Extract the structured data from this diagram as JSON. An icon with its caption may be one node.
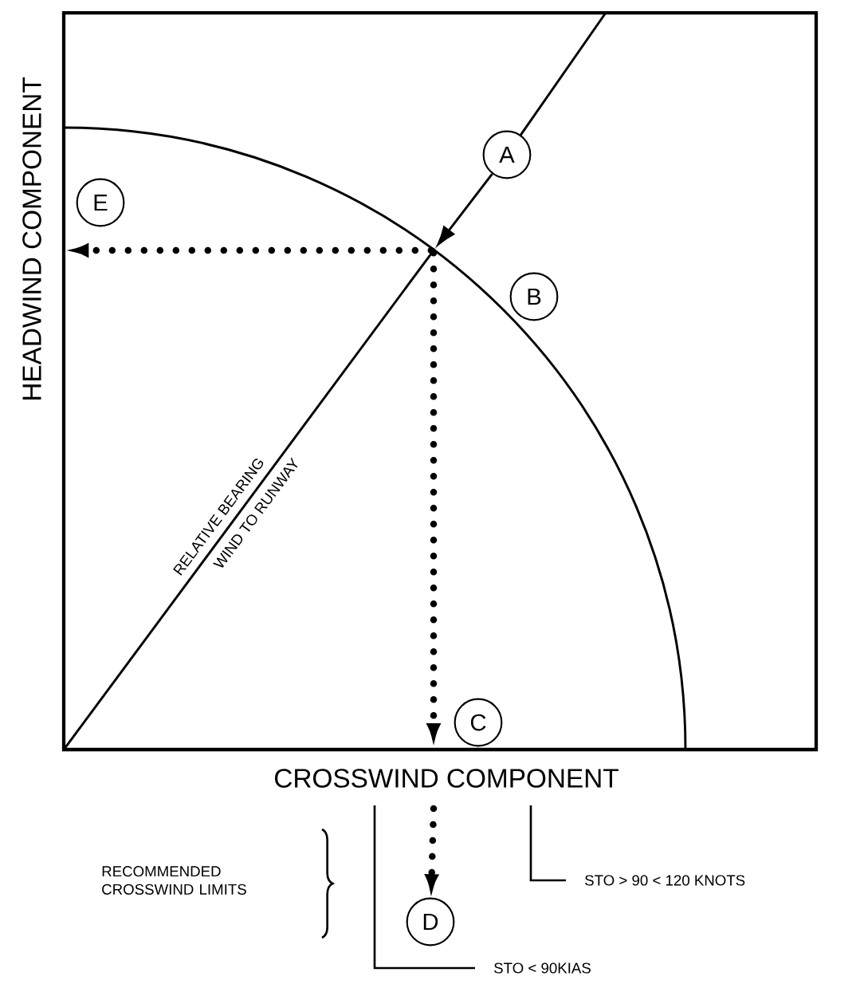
{
  "diagram": {
    "nodes": [
      {
        "text": [
          "A"
        ]
      },
      {
        "text": [
          "E"
        ]
      },
      {
        "text": [],
        "shape": "point"
      },
      {
        "text": [
          "B"
        ]
      },
      {
        "text": [
          "C"
        ]
      },
      {
        "text": [
          "D"
        ]
      }
    ],
    "edges": [
      {
        "from": null,
        "to": 2,
        "arrow": "to"
      },
      {
        "from": 2,
        "to": null,
        "arrow": "to",
        "style": "dashed"
      },
      {
        "from": 2,
        "to": 4,
        "arrow": "to",
        "style": "dashed"
      },
      {
        "from": null,
        "to": 5,
        "arrow": "to",
        "style": "dashed"
      }
    ],
    "labels": [
      "HEADWIND COMPONENT",
      "RELATIVE BEARING",
      "WIND TO RUNWAY",
      "CROSSWIND COMPONENT",
      "RECOMMENDED CROSSWIND LIMITS",
      "STO > 90 < 120 KNOTS",
      "STO < 90KIAS"
    ]
  }
}
